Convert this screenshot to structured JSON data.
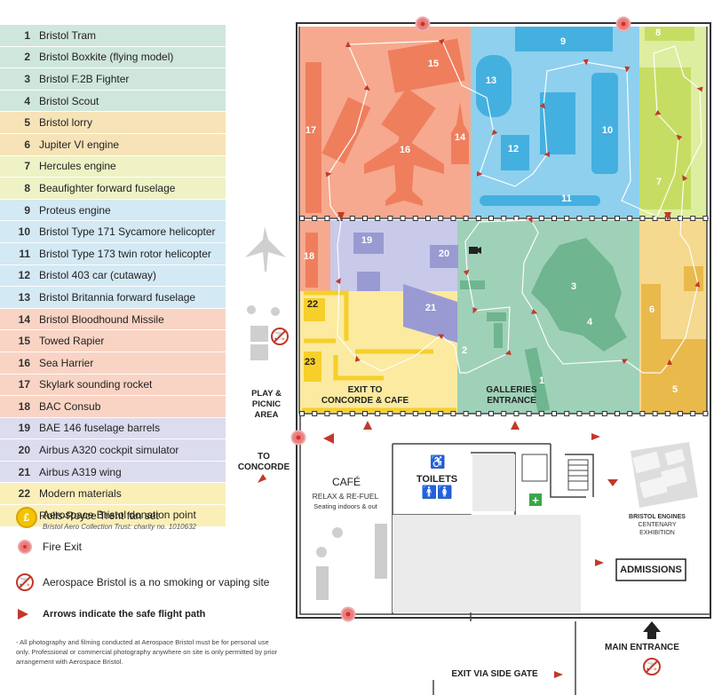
{
  "legend": {
    "items": [
      {
        "n": "1",
        "label": "Bristol Tram",
        "color": "#cfe6dc"
      },
      {
        "n": "2",
        "label": "Bristol Boxkite (flying model)",
        "color": "#cfe6dc"
      },
      {
        "n": "3",
        "label": "Bristol F.2B Fighter",
        "color": "#cfe6dc"
      },
      {
        "n": "4",
        "label": "Bristol Scout",
        "color": "#cfe6dc"
      },
      {
        "n": "5",
        "label": "Bristol lorry",
        "color": "#f7e3b8"
      },
      {
        "n": "6",
        "label": "Jupiter VI engine",
        "color": "#f7e3b8"
      },
      {
        "n": "7",
        "label": "Hercules engine",
        "color": "#eef2c4"
      },
      {
        "n": "8",
        "label": "Beaufighter forward fuselage",
        "color": "#eef2c4"
      },
      {
        "n": "9",
        "label": "Proteus engine",
        "color": "#d3e9f4"
      },
      {
        "n": "10",
        "label": "Bristol Type 171 Sycamore helicopter",
        "color": "#d3e9f4"
      },
      {
        "n": "11",
        "label": "Bristol Type 173 twin rotor helicopter",
        "color": "#d3e9f4"
      },
      {
        "n": "12",
        "label": "Bristol 403 car (cutaway)",
        "color": "#d3e9f4"
      },
      {
        "n": "13",
        "label": "Bristol Britannia forward fuselage",
        "color": "#d3e9f4"
      },
      {
        "n": "14",
        "label": "Bristol Bloodhound Missile",
        "color": "#f9d4c4"
      },
      {
        "n": "15",
        "label": "Towed Rapier",
        "color": "#f9d4c4"
      },
      {
        "n": "16",
        "label": "Sea Harrier",
        "color": "#f9d4c4"
      },
      {
        "n": "17",
        "label": "Skylark sounding rocket",
        "color": "#f9d4c4"
      },
      {
        "n": "18",
        "label": "BAC Consub",
        "color": "#f9d4c4"
      },
      {
        "n": "19",
        "label": "BAE 146 fuselage barrels",
        "color": "#dcdcef"
      },
      {
        "n": "20",
        "label": "Airbus A320 cockpit simulator",
        "color": "#dcdcef"
      },
      {
        "n": "21",
        "label": "Airbus A319 wing",
        "color": "#dcdcef"
      },
      {
        "n": "22",
        "label": "Modern materials",
        "color": "#fbefb8"
      },
      {
        "n": "23",
        "label": "Rolls-Royce Trent fan set",
        "color": "#fbefb8"
      }
    ],
    "donation_symbol": "£",
    "donation_label": "Aerospace Bristol donation point",
    "donation_sub": "Bristol Aero Collection Trust: charity no. 1010632",
    "fire_exit_label": "Fire Exit",
    "no_smoking_label": "Aerospace Bristol is a no smoking or vaping site",
    "arrows_label": "Arrows indicate the safe flight path",
    "photo_note": "- All photography and filming conducted at Aerospace Bristol must be for personal use only. Professional or commercial photography anywhere on site is only permitted by prior arrangement with Aerospace Bristol."
  },
  "map": {
    "exhibit_numbers": [
      "1",
      "2",
      "3",
      "4",
      "5",
      "6",
      "7",
      "8",
      "9",
      "10",
      "11",
      "12",
      "13",
      "14",
      "15",
      "16",
      "17",
      "18",
      "19",
      "20",
      "21",
      "22",
      "23"
    ],
    "exit_concorde_cafe": [
      "EXIT TO",
      "CONCORDE & CAFE"
    ],
    "galleries_entrance": [
      "GALLERIES",
      "ENTRANCE"
    ],
    "play_area": [
      "PLAY &",
      "PICNIC",
      "AREA"
    ],
    "to_concorde": [
      "TO",
      "CONCORDE"
    ],
    "cafe_title": "CAFÉ",
    "cafe_sub": "RELAX & RE-FUEL",
    "cafe_seating": "Seating indoors & out",
    "toilets": "TOILETS",
    "engines": [
      "BRISTOL ENGINES",
      "CENTENARY",
      "EXHIBITION"
    ],
    "admissions": "ADMISSIONS",
    "main_entrance": "MAIN ENTRANCE",
    "exit_side_gate": "EXIT VIA SIDE GATE"
  },
  "colors": {
    "green": "#9fd1b8",
    "green_dark": "#6fb58f",
    "orange": "#f6a98e",
    "orange_dark": "#ef7e5d",
    "blue": "#8fd0ee",
    "blue_dark": "#44b0e0",
    "lime": "#ddeea0",
    "lime_dark": "#c6dd64",
    "gold": "#f5d98f",
    "gold_dark": "#e9b94c",
    "lavender": "#c9c9ea",
    "lavender_dark": "#9a9ad3",
    "yellow": "#fbeaa0",
    "yellow_line": "#f6cf2a",
    "red": "#c0392b"
  }
}
